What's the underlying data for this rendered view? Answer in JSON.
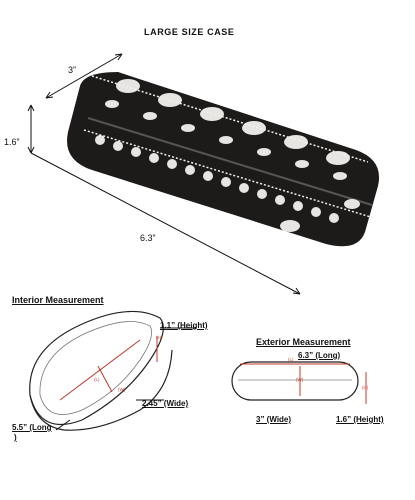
{
  "title": "LARGE SIZE CASE",
  "top_dims": {
    "width": "3”",
    "height": "1.6”",
    "length": "6.3”"
  },
  "interior": {
    "heading": "Interior Measurement",
    "height": "1.1” (Height)",
    "wide": "2.45” (Wide)",
    "long": "5.5” (Long",
    "long_tail": ")",
    "marker_h": "(H)",
    "marker_l": "(L)",
    "marker_w": "(W)"
  },
  "exterior": {
    "heading": "Exterior Measurement",
    "long": "6.3” (Long)",
    "wide": "3” (Wide)",
    "height": "1.6” (Height)",
    "marker_l": "(L)",
    "marker_w": "(W)",
    "marker_h": "(H)"
  },
  "colors": {
    "case_body": "#1d1b1a",
    "pattern": "#f2f0ec",
    "measure_line": "#c0392b"
  }
}
